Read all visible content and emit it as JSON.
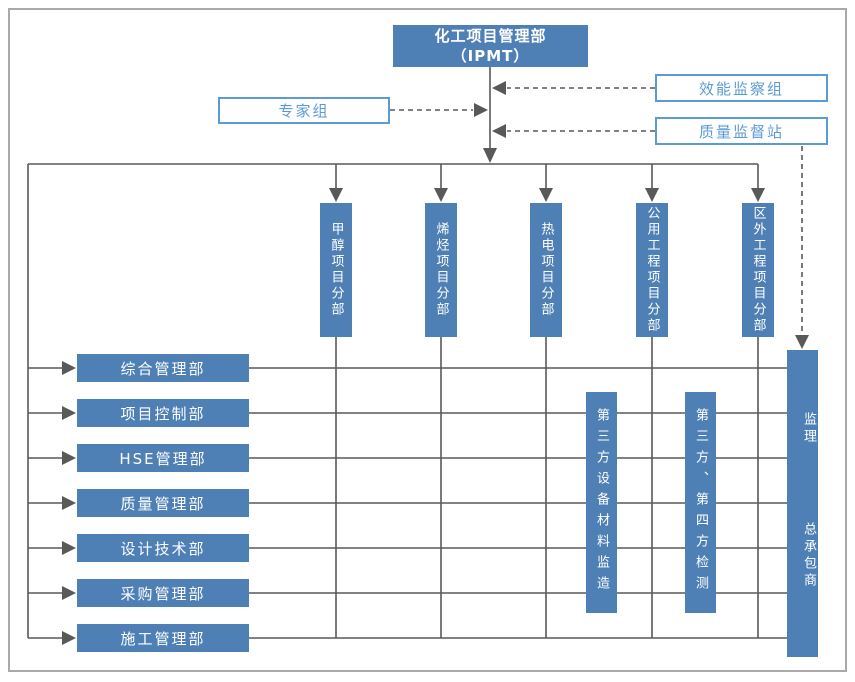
{
  "diagram": {
    "title": {
      "line1": "化工项目管理部",
      "line2": "（IPMT）"
    },
    "advisors": {
      "expert_group": "专家组",
      "efficiency_supervision": "效能监察组",
      "quality_supervision_station": "质量监督站"
    },
    "divisions": [
      {
        "label": "甲醇项目分部"
      },
      {
        "label": "烯烃项目分部"
      },
      {
        "label": "热电项目分部"
      },
      {
        "label": "公用工程项目分部"
      },
      {
        "label": "区外工程项目分部"
      }
    ],
    "departments": [
      {
        "label": "综合管理部"
      },
      {
        "label": "项目控制部"
      },
      {
        "label": "HSE管理部"
      },
      {
        "label": "质量管理部"
      },
      {
        "label": "设计技术部"
      },
      {
        "label": "采购管理部"
      },
      {
        "label": "施工管理部"
      }
    ],
    "oversight": [
      {
        "label": "第三方设备材料监造"
      },
      {
        "label": "第三方、第四方检测"
      }
    ],
    "contractor": {
      "top_label": "监理",
      "bottom_label": "总承包商"
    },
    "colors": {
      "node_fill": "#4E80B5",
      "node_text": "#FFFFFF",
      "outline_blue": "#5B9BD5",
      "line_gray": "#595959",
      "frame_gray": "#A9A9A9"
    }
  }
}
